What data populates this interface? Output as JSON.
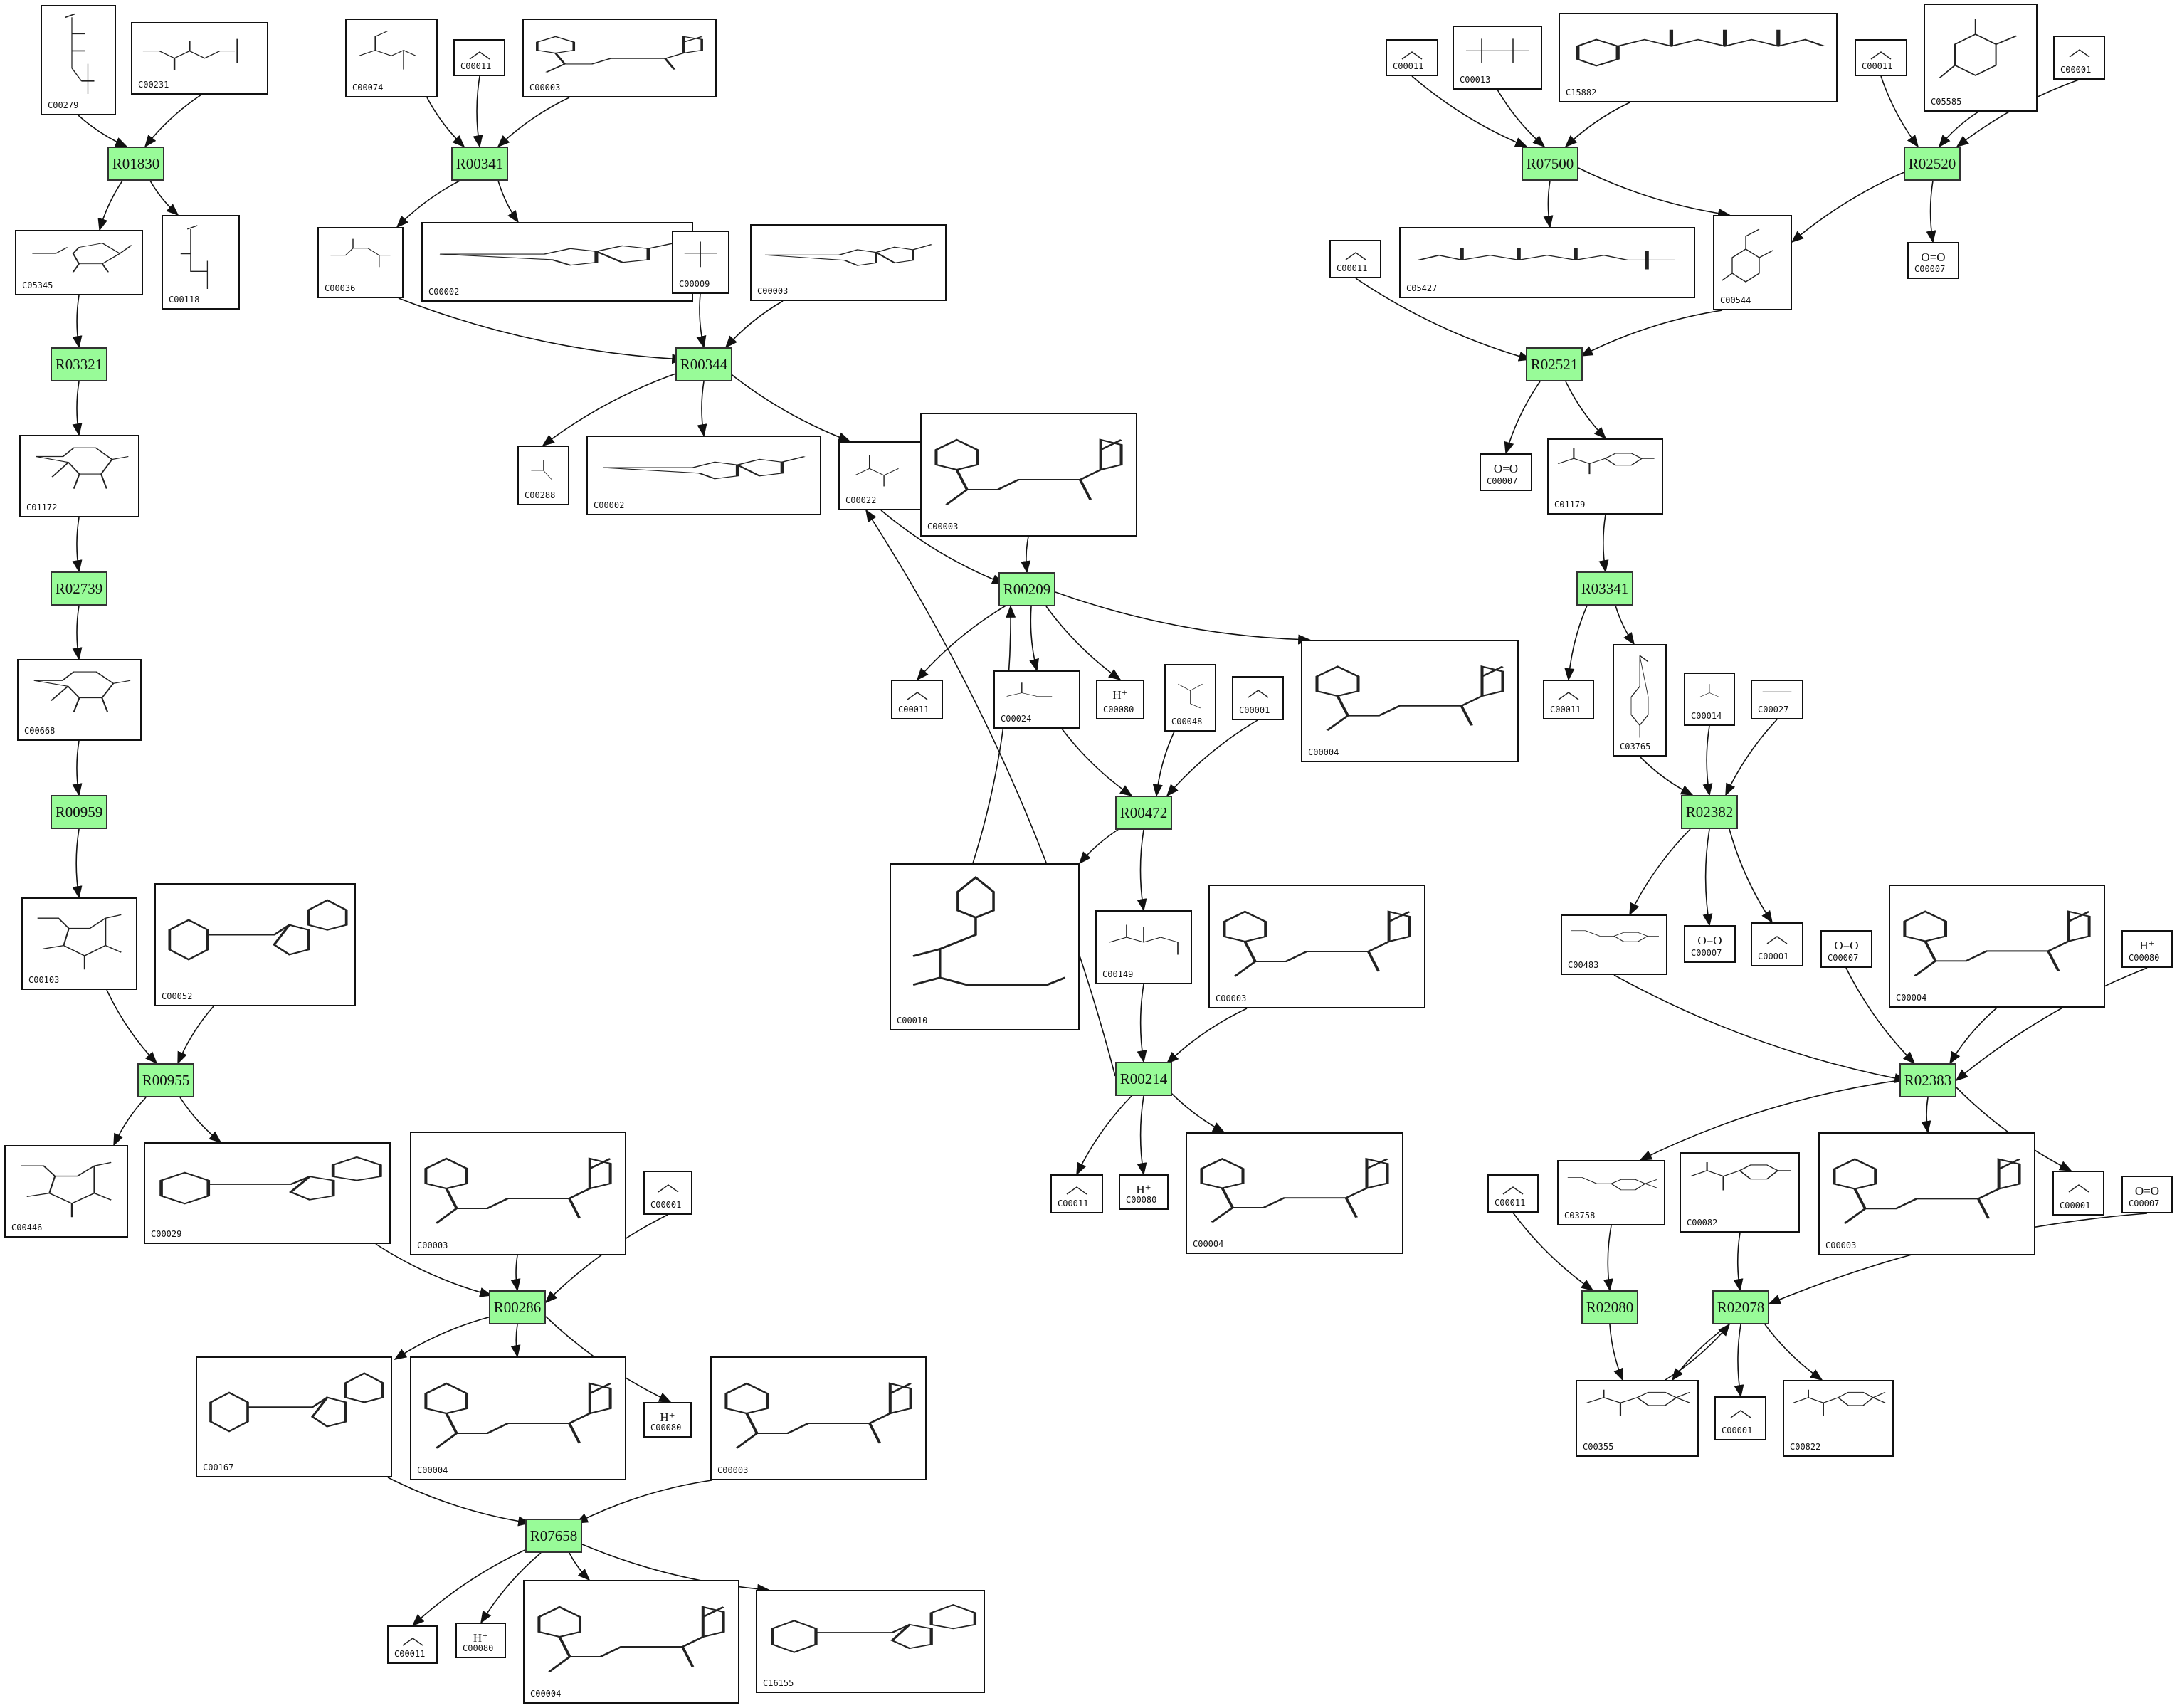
{
  "colors": {
    "reaction_fill": "#98fb98",
    "edge": "#111111",
    "compound_border": "#111111"
  },
  "reactions": {
    "R01830": "R01830",
    "R00341": "R00341",
    "R03321": "R03321",
    "R02739": "R02739",
    "R00959": "R00959",
    "R00955": "R00955",
    "R00286": "R00286",
    "R07658": "R07658",
    "R00344": "R00344",
    "R00209": "R00209",
    "R00472": "R00472",
    "R00214": "R00214",
    "R07500": "R07500",
    "R02520": "R02520",
    "R02521": "R02521",
    "R03341": "R03341",
    "R02382": "R02382",
    "R02383": "R02383",
    "R02080": "R02080",
    "R02078": "R02078"
  },
  "compound_formulas": {
    "hplus": "H⁺",
    "oxygen": "O=O"
  },
  "compounds": {
    "c00279_a": "C00279",
    "c00231_a": "C00231",
    "c00074_a": "C00074",
    "c00011_a": "C00011",
    "c00003_a": "C00003",
    "c05345_a": "C05345",
    "c00118_a": "C00118",
    "c00036_a": "C00036",
    "c00002_a": "C00002",
    "c00009_a": "C00009",
    "c00003_b": "C00003",
    "c01172_a": "C01172",
    "c00668_a": "C00668",
    "c00103_a": "C00103",
    "c00052_a": "C00052",
    "c00446_a": "C00446",
    "c00029_a": "C00029",
    "c00003_c": "C00003",
    "c00001_a": "C00001",
    "c00167_a": "C00167",
    "c00004_a": "C00004",
    "c00080_a": "C00080",
    "c00003_d": "C00003",
    "c00011_b": "C00011",
    "c00080_b": "C00080",
    "c00004_b": "C00004",
    "c16155_a": "C16155",
    "c00288_a": "C00288",
    "c00002_b": "C00002",
    "c00022_a": "C00022",
    "c00003_e": "C00003",
    "c00011_c": "C00011",
    "c00024_a": "C00024",
    "c00080_c": "C00080",
    "c00048_a": "C00048",
    "c00001_b": "C00001",
    "c00004_c": "C00004",
    "c00010_a": "C00010",
    "c00149_a": "C00149",
    "c00003_f": "C00003",
    "c00011_d": "C00011",
    "c00080_d": "C00080",
    "c00004_d": "C00004",
    "c00011_e": "C00011",
    "c00013_a": "C00013",
    "c15882_a": "C15882",
    "c00011_f": "C00011",
    "c05585_a": "C05585",
    "c00001_c": "C00001",
    "c05427_a": "C05427",
    "c00544_a": "C00544",
    "c00007_a": "C00007",
    "c00011_g": "C00011",
    "c00007_b": "C00007",
    "c01179_a": "C01179",
    "c00011_h": "C00011",
    "c03765_a": "C03765",
    "c00014_a": "C00014",
    "c00027_a": "C00027",
    "c00483_a": "C00483",
    "c00007_c": "C00007",
    "c00001_d": "C00001",
    "c00007_d": "C00007",
    "c00004_e": "C00004",
    "c00080_e": "C00080",
    "c00011_i": "C00011",
    "c03758_a": "C03758",
    "c00082_a": "C00082",
    "c00003_g": "C00003",
    "c00001_e": "C00001",
    "c00007_e": "C00007",
    "c00355_a": "C00355",
    "c00001_f": "C00001",
    "c00822_a": "C00822"
  }
}
